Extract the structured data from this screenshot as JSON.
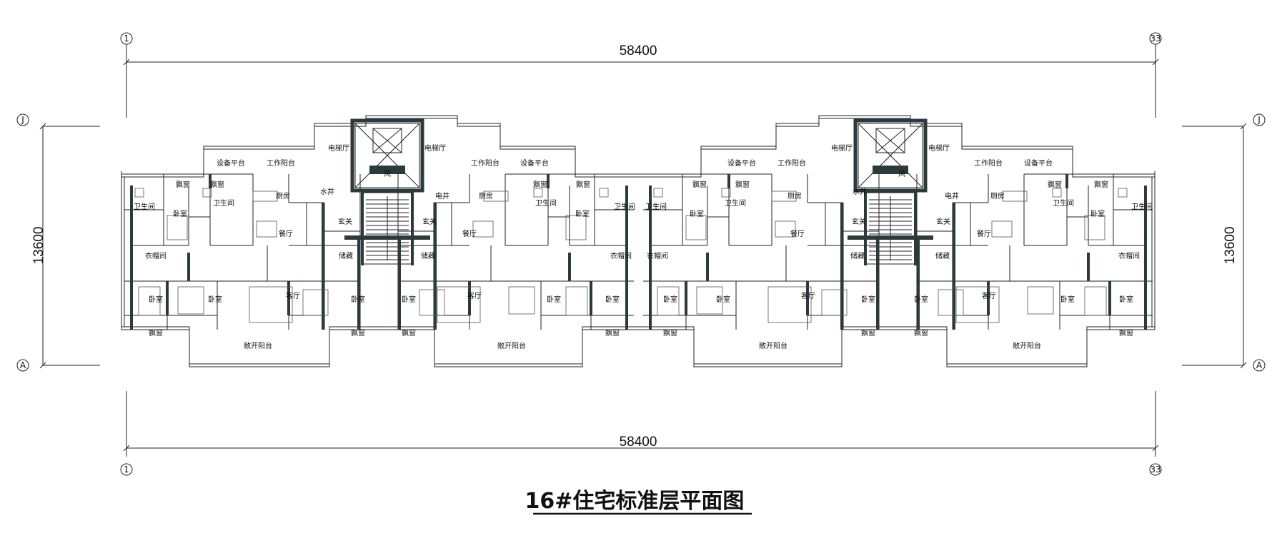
{
  "title": "16#住宅标准层平面图",
  "dimensions": {
    "top": "58400",
    "bottom": "58400",
    "left": "13600",
    "right": "13600"
  },
  "axes": {
    "start_col": "1",
    "end_col": "33",
    "row_top": "J",
    "row_bottom": "A"
  },
  "rooms": {
    "equipment_platform": "设备平台",
    "work_balcony": "工作阳台",
    "elevator_hall": "电梯厅",
    "bay_window": "飘窗",
    "bathroom": "卫生间",
    "kitchen": "厨房",
    "water_shaft": "水井",
    "electric_shaft": "电井",
    "wind_shaft": "风",
    "bedroom": "卧室",
    "dining": "餐厅",
    "foyer": "玄关",
    "closet": "衣帽间",
    "storage": "储藏",
    "living": "客厅",
    "open_balcony": "敞开阳台"
  }
}
